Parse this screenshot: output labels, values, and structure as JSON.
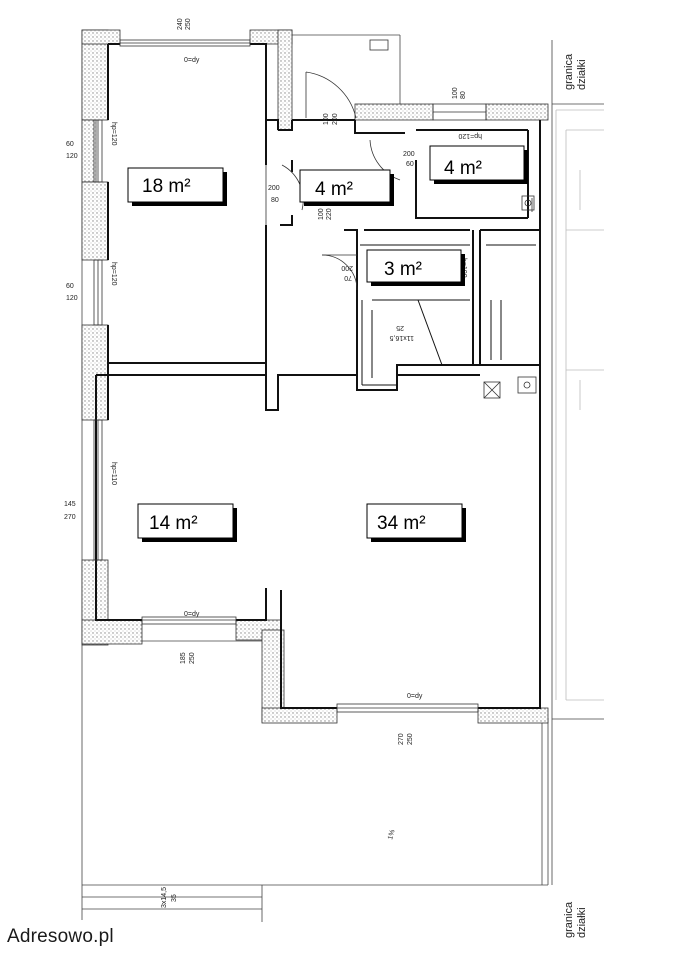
{
  "rooms": [
    {
      "label": "18 m²"
    },
    {
      "label": "4 m²"
    },
    {
      "label": "4 m²"
    },
    {
      "label": "3 m²"
    },
    {
      "label": "14 m²"
    },
    {
      "label": "34 m²"
    }
  ],
  "dimensions": {
    "top_window_a": "240",
    "top_window_b": "250",
    "top_window_hp": "0=dy",
    "door_a": "100",
    "door_b": "200",
    "win_small_a": "100",
    "win_small_b": "80",
    "win_small_hp": "hp=120",
    "wc_door_a": "200",
    "wc_door_b": "60",
    "room_door_a": "200",
    "room_door_b": "80",
    "closet_door_a": "100",
    "closet_door_b": "220",
    "stair_door_a": "70",
    "stair_door_b": "200",
    "stair_h": "h=190",
    "stairs": "11x16,5",
    "stairs_b": "25",
    "left_win1_a": "60",
    "left_win1_b": "120",
    "left_win1_hp": "hp=120",
    "left_win2_a": "60",
    "left_win2_b": "120",
    "left_win2_hp": "hp=120",
    "left_win3_a": "270",
    "left_win3_b": "145",
    "left_win3_hp": "hp=110",
    "bottom_win1_hp": "0=dy",
    "bottom_win1_a": "185",
    "bottom_win1_b": "250",
    "bottom_win2_hp": "0=dy",
    "bottom_win2_a": "270",
    "bottom_win2_b": "250",
    "slope": "1%",
    "steps_a": "3x14,5",
    "steps_b": "35"
  },
  "boundary": {
    "top_line1": "granica",
    "top_line2": "działki",
    "bottom_line1": "granica",
    "bottom_line2": "działki"
  },
  "watermark": "Adresowo.pl"
}
